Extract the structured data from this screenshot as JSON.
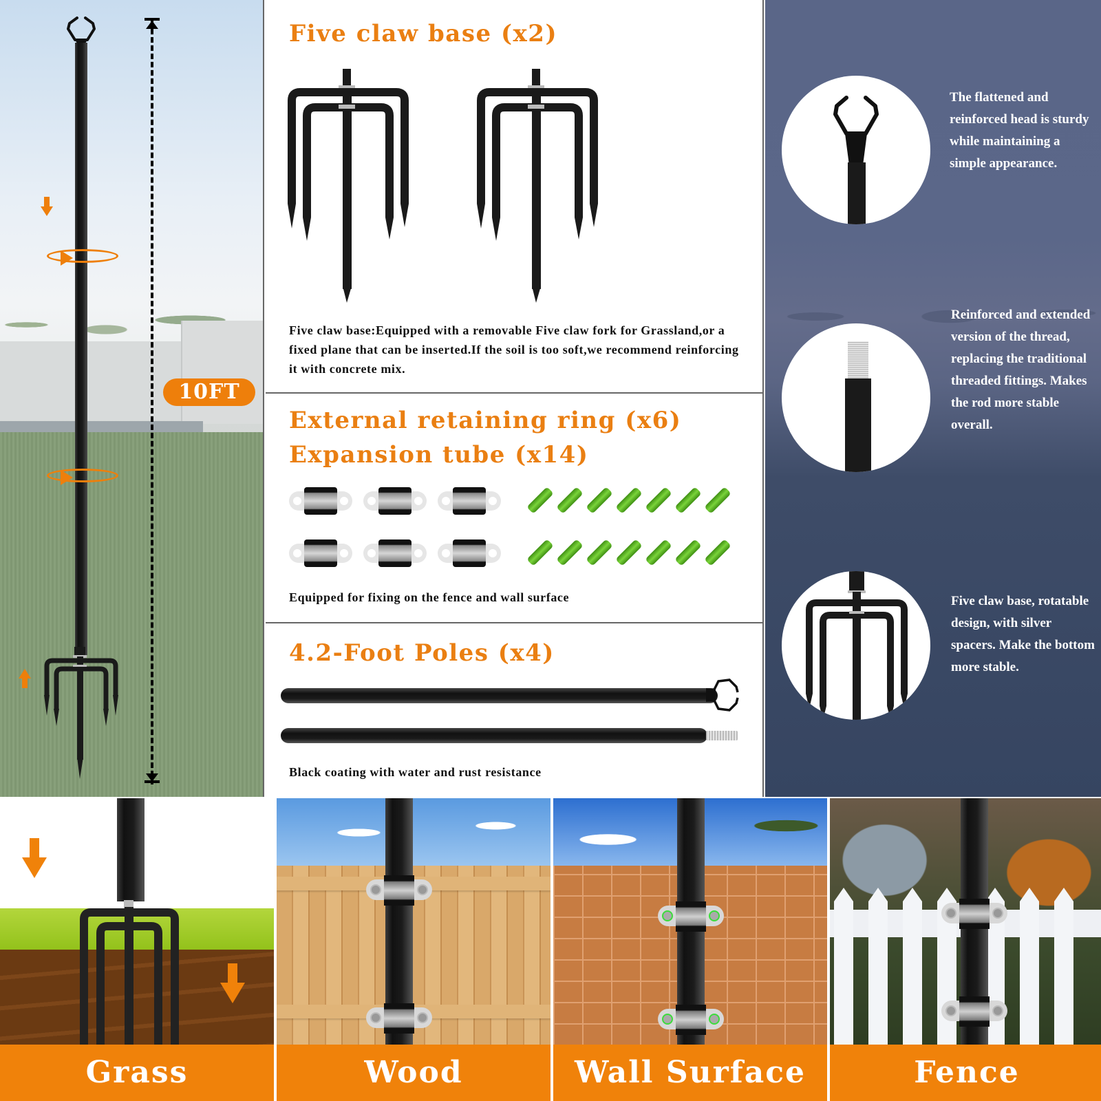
{
  "hero": {
    "height_badge": "10FT",
    "icons": [
      "hook-head-icon",
      "rotate-ring-icon",
      "rotate-ring-icon",
      "arrow-down-icon",
      "arrow-up-icon",
      "five-claw-fork-icon",
      "dimension-line-icon"
    ]
  },
  "sections": [
    {
      "title": "Five claw base (x2)",
      "description": "Five claw base:Equipped with a removable Five claw fork for Grassland,or a fixed plane that can be inserted.If the soil is too soft,we recommend reinforcing it with concrete mix."
    },
    {
      "title_line1": "External retaining ring (x6)",
      "title_line2": "Expansion tube (x14)",
      "description": "Equipped for fixing on the fence and wall surface",
      "ring_count": 6,
      "tube_count": 14
    },
    {
      "title": "4.2-Foot Poles (x4)",
      "description": "Black coating with water and rust resistance"
    }
  ],
  "features": [
    {
      "text": "The flattened and reinforced head is sturdy while maintaining a simple appearance.",
      "icon": "hook-head-icon"
    },
    {
      "text": "Reinforced and extended version of the thread, replacing the traditional threaded fittings. Makes the rod more stable overall.",
      "icon": "threaded-end-icon"
    },
    {
      "text": "Five claw base, rotatable design, with silver spacers. Make the bottom more stable.",
      "icon": "five-claw-fork-icon"
    }
  ],
  "usage": [
    {
      "label": "Grass"
    },
    {
      "label": "Wood"
    },
    {
      "label": "Wall Surface"
    },
    {
      "label": "Fence"
    }
  ],
  "colors": {
    "accent_orange": "#ee7f0b",
    "panel_blue": "#5a6688",
    "label_bar": "#f0820a"
  }
}
